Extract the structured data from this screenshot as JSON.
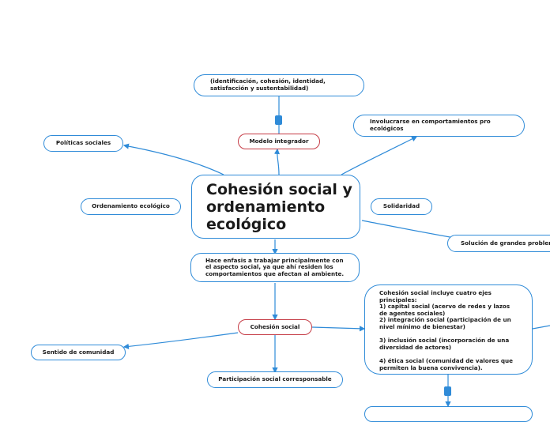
{
  "central": {
    "title": "Cohesión social y ordenamiento ecológico"
  },
  "nodes": {
    "identificacion": "(identificación, cohesión, identidad, satisfacción y sustentabilidad)",
    "modelo_integrador": "Modelo integrador",
    "politicas_sociales": "Políticas sociales",
    "involucrarse": "Involucrarse en comportamientos pro ecológicos",
    "ordenamiento_ecologico": "Ordenamiento ecológico",
    "solidaridad": "Solidaridad",
    "solucion_problemas": "Solución de grandes problemas",
    "hace_enfasis": "Hace enfasis a trabajar principalmente con el aspecto social, ya que ahí residen los comportamientos que afectan al ambiente.",
    "cohesion_social": "Cohesión social",
    "sentido_comunidad": "Sentido de comunidad",
    "participacion": "Participación social corresponsable",
    "ejes": "Cohesión social incluye cuatro ejes principales:\n1) capital social (acervo de redes y lazos de agentes sociales)\n2) integración social (participación de un nivel mínimo de bienestar)\n\n3) inclusión social (incorporación de una diversidad de actores)\n\n 4) ética social (comunidad de valores que permiten la buena convivencia)."
  },
  "colors": {
    "line": "#2f8bd8",
    "accent_border": "#c53b45"
  }
}
